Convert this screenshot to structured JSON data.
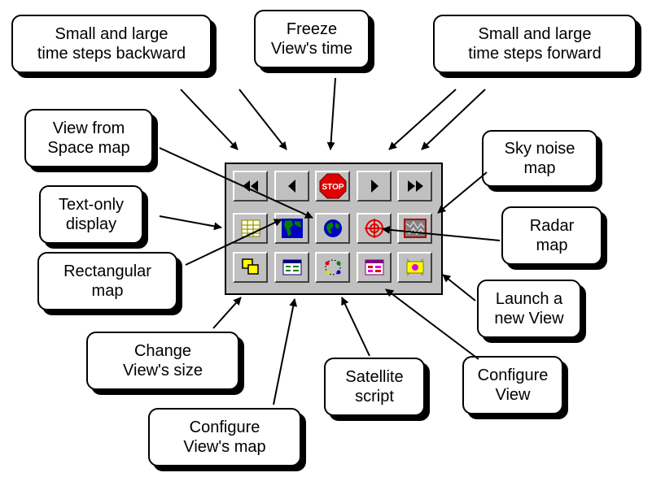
{
  "callouts": {
    "time_back": "Small and large\ntime steps backward",
    "freeze": "Freeze\nView's time",
    "time_forward": "Small and large\ntime steps forward",
    "space_map": "View from\nSpace map",
    "sky_noise": "Sky noise\nmap",
    "text_only": "Text-only\ndisplay",
    "radar_map": "Radar\nmap",
    "rect_map": "Rectangular\nmap",
    "launch_view": "Launch a\nnew View",
    "change_size": "Change\nView's size",
    "sat_script": "Satellite\nscript",
    "config_view": "Configure\nView",
    "config_map": "Configure\nView's map"
  },
  "toolbar": {
    "stop_label": "STOP",
    "buttons": [
      {
        "row": 1,
        "icon": "rewind-large-icon"
      },
      {
        "row": 1,
        "icon": "step-back-icon"
      },
      {
        "row": 1,
        "icon": "stop-sign-icon"
      },
      {
        "row": 1,
        "icon": "step-forward-icon"
      },
      {
        "row": 1,
        "icon": "fast-forward-icon"
      },
      {
        "row": 2,
        "icon": "text-grid-icon"
      },
      {
        "row": 2,
        "icon": "rectangular-map-icon"
      },
      {
        "row": 2,
        "icon": "globe-icon"
      },
      {
        "row": 2,
        "icon": "radar-crosshair-icon"
      },
      {
        "row": 2,
        "icon": "sky-noise-icon"
      },
      {
        "row": 3,
        "icon": "resize-windows-icon"
      },
      {
        "row": 3,
        "icon": "configure-map-icon"
      },
      {
        "row": 3,
        "icon": "satellite-script-icon"
      },
      {
        "row": 3,
        "icon": "configure-view-icon"
      },
      {
        "row": 3,
        "icon": "launch-view-icon"
      }
    ]
  },
  "colors": {
    "stop_red": "#e00000",
    "map_blue": "#0000c0",
    "land_green": "#008000",
    "radar_red": "#e00000",
    "face": "#c0c0c0"
  }
}
